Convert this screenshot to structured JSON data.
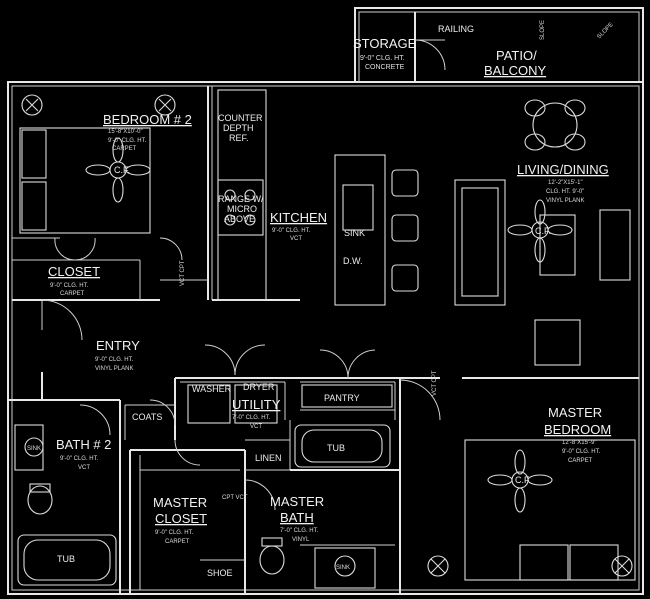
{
  "plan": {
    "storage": {
      "name": "STORAGE",
      "spec1": "9'-0\" CLG. HT.",
      "spec2": "CONCRETE"
    },
    "railing": "RAILING",
    "slope1": "SLOPE",
    "slope2": "SLOPE",
    "patio": {
      "name1": "PATIO/",
      "name2": "BALCONY"
    },
    "bedroom2": {
      "name": "BEDROOM # 2",
      "spec1": "15'-8\"X10'-0\"",
      "spec2": "9'-0\" CLG. HT.",
      "spec3": "CARPET",
      "cf": "C.F."
    },
    "counter": {
      "l1": "COUNTER",
      "l2": "DEPTH",
      "l3": "REF."
    },
    "range": {
      "l1": "RANGE W/",
      "l2": "MICRO",
      "l3": "ABOVE"
    },
    "kitchen": {
      "name": "KITCHEN",
      "spec1": "9'-0\" CLG. HT.",
      "spec2": "VCT"
    },
    "sink": "SINK",
    "dw": "D.W.",
    "living": {
      "name": "LIVING/DINING",
      "spec1": "12'-2\"X15'-1\"",
      "spec2": "CLG. HT. 9'-0\"",
      "spec3": "VINYL PLANK",
      "cf": "C.F."
    },
    "closet": {
      "name": "CLOSET",
      "spec1": "9'-0\" CLG. HT.",
      "spec2": "CARPET"
    },
    "cpt_vct1": "VCT CPT",
    "entry": {
      "name": "ENTRY",
      "spec1": "9'-0\" CLG. HT.",
      "spec2": "VINYL PLANK"
    },
    "washer": "WASHER",
    "dryer": "DRYER",
    "utility": {
      "name": "UTILITY",
      "spec1": "7'-0\" CLG. HT.",
      "spec2": "VCT"
    },
    "pantry": "PANTRY",
    "cpt_vct2": "VCT CPT",
    "coats": "COATS",
    "bath2": {
      "name": "BATH # 2",
      "spec1": "9'-0\" CLG. HT.",
      "spec2": "VCT"
    },
    "sink2": "SINK",
    "tub1": "TUB",
    "linen": "LINEN",
    "master_bedroom": {
      "name1": "MASTER",
      "name2": "BEDROOM",
      "spec1": "12'-8\"X15'-9\"",
      "spec2": "9'-0\" CLG. HT.",
      "spec3": "CARPET",
      "cf": "C.F."
    },
    "master_closet": {
      "name1": "MASTER",
      "name2": "CLOSET",
      "spec1": "9'-0\" CLG. HT.",
      "spec2": "CARPET"
    },
    "cpt_vct3": "CPT VCT",
    "master_bath": {
      "name1": "MASTER",
      "name2": "BATH",
      "spec1": "7'-0\" CLG. HT.",
      "spec2": "VINYL"
    },
    "sink3": "SINK",
    "tub2": "TUB",
    "shoe": "SHOE"
  }
}
